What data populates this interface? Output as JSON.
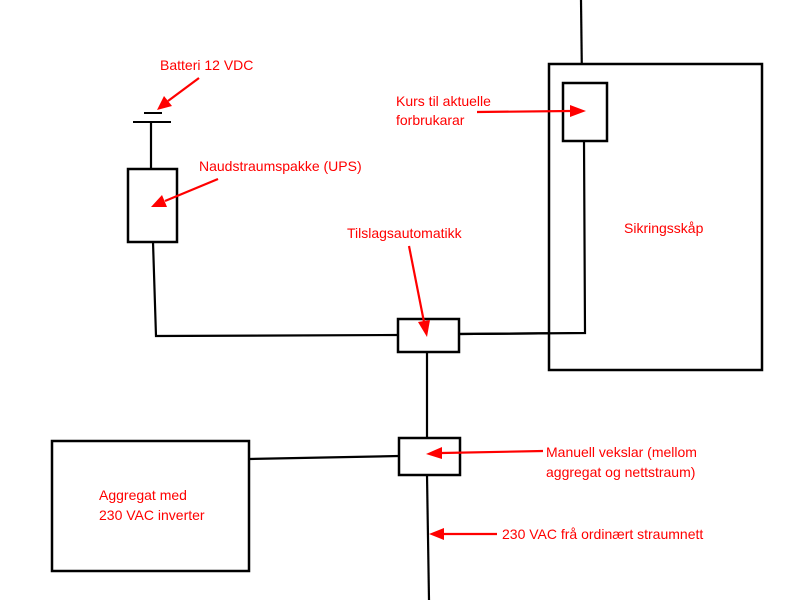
{
  "diagram": {
    "colors": {
      "label": "#ff0000",
      "lines": "#000000",
      "background": "#ffffff"
    },
    "labels": {
      "battery": "Batteri 12 VDC",
      "ups": "Naudstraumspakke (UPS)",
      "circuit_line1": "Kurs til aktuelle",
      "circuit_line2": "forbrukarar",
      "auto_switch": "Tilslagsautomatikk",
      "fuse_box": "Sikringsskåp",
      "manual_switch_line1": "Manuell vekslar (mellom",
      "manual_switch_line2": "aggregat og nettstraum)",
      "generator_line1": "Aggregat med",
      "generator_line2": "230 VAC inverter",
      "grid": "230 VAC frå ordinært straumnett"
    }
  }
}
